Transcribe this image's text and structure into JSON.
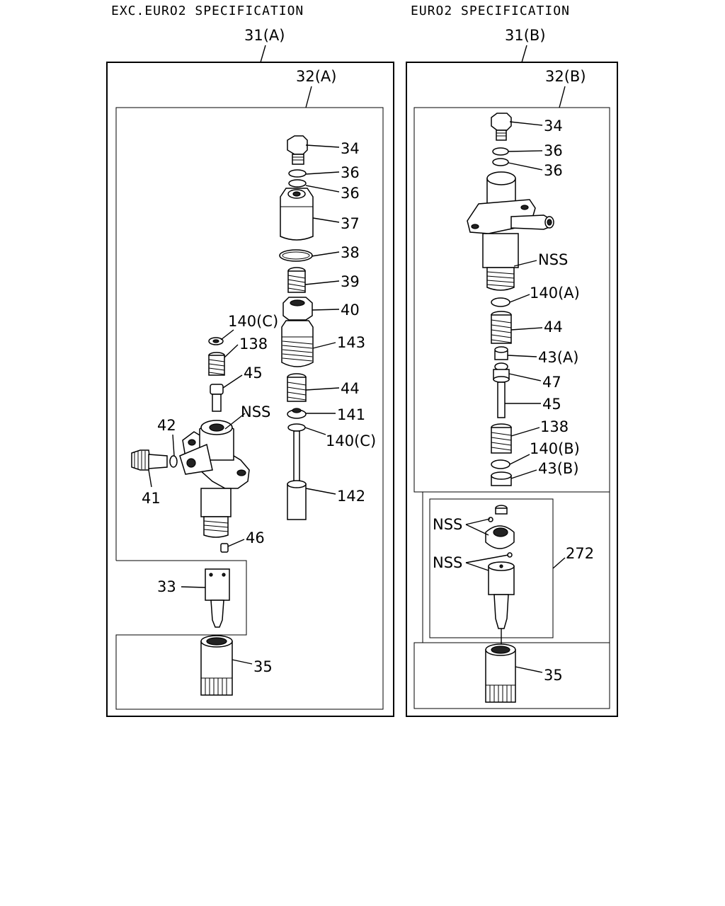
{
  "headers": {
    "left": "EXC.EURO2 SPECIFICATION",
    "right": "EURO2 SPECIFICATION"
  },
  "left_panel": {
    "assembly_label": "31(A)",
    "subassembly_label": "32(A)",
    "callouts": {
      "p34": "34",
      "p36a": "36",
      "p36b": "36",
      "p37": "37",
      "p38": "38",
      "p39": "39",
      "p40": "40",
      "p143": "143",
      "p44": "44",
      "p141": "141",
      "p140c_a": "140(C)",
      "p142": "142",
      "p140c_b": "140(C)",
      "p138": "138",
      "p45": "45",
      "nss": "NSS",
      "p42": "42",
      "p41": "41",
      "p46": "46",
      "p33": "33",
      "p35": "35"
    }
  },
  "right_panel": {
    "assembly_label": "31(B)",
    "subassembly_label": "32(B)",
    "callouts": {
      "p34": "34",
      "p36a": "36",
      "p36b": "36",
      "nss": "NSS",
      "p140a": "140(A)",
      "p44": "44",
      "p43a": "43(A)",
      "p47": "47",
      "p45": "45",
      "p138": "138",
      "p140b": "140(B)",
      "p43b": "43(B)",
      "nss_a": "NSS",
      "nss_b": "NSS",
      "p272": "272",
      "p35": "35"
    }
  }
}
